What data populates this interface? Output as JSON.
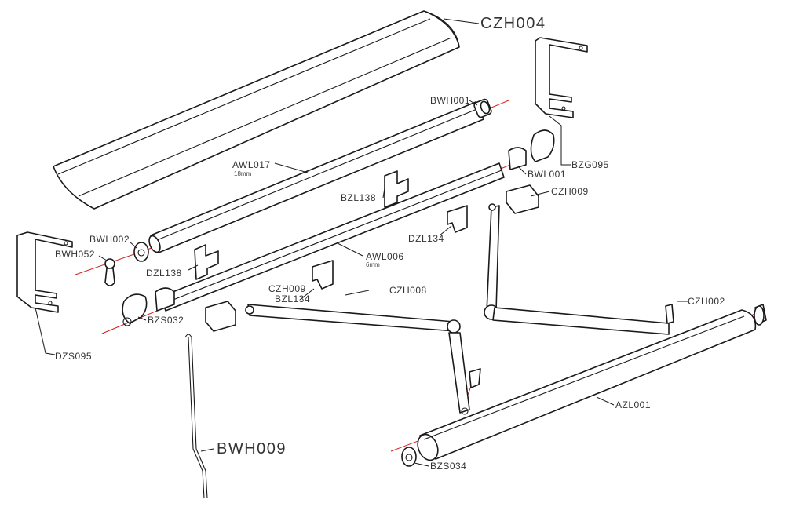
{
  "colors": {
    "axis": "#d21f1f",
    "line": "#1a1a1a",
    "background": "#ffffff"
  },
  "labels": {
    "czh004": "CZH004",
    "bwh001": "BWH001",
    "bzg095": "BZG095",
    "awl017": "AWL017",
    "awl017_sub": "18mm",
    "bwl001": "BWL001",
    "czh009_right": "CZH009",
    "bzl138_top": "BZL138",
    "bwh002": "BWH002",
    "bwh052": "BWH052",
    "dzl134": "DZL134",
    "awl006": "AWL006",
    "awl006_sub": "6mm",
    "dzl138": "DZL138",
    "czh009_left": "CZH009",
    "bzl134": "BZL134",
    "czh008": "CZH008",
    "czh002": "CZH002",
    "bzs032": "BZS032",
    "dzs095": "DZS095",
    "azl001": "AZL001",
    "bwh009": "BWH009",
    "bzs034": "BZS034"
  }
}
